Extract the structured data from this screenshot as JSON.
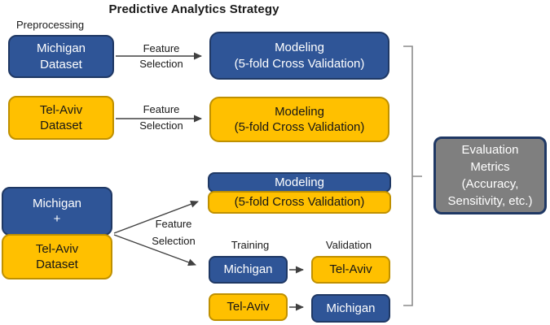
{
  "title": "Predictive Analytics Strategy",
  "preprocessing_label": "Preprocessing",
  "colors": {
    "blue": "#2F5597",
    "blue_border": "#1F3864",
    "yellow": "#FFC000",
    "yellow_border": "#BF9000",
    "gray": "#7F7F7F",
    "gray_border": "#1F3864",
    "arrow": "#404040",
    "bracket": "#8C8C8C",
    "text": "#1A1A1A"
  },
  "row1": {
    "source": {
      "line1": "Michigan",
      "line2": "Dataset"
    },
    "arrow_label": {
      "line1": "Feature",
      "line2": "Selection"
    },
    "modeling": {
      "line1": "Modeling",
      "line2": "(5-fold Cross Validation)"
    }
  },
  "row2": {
    "source": {
      "line1": "Tel-Aviv",
      "line2": "Dataset"
    },
    "arrow_label": {
      "line1": "Feature",
      "line2": "Selection"
    },
    "modeling": {
      "line1": "Modeling",
      "line2": "(5-fold Cross Validation)"
    }
  },
  "row3": {
    "source": {
      "top_line1": "Michigan",
      "top_line2": "+",
      "bottom_line1": "Tel-Aviv",
      "bottom_line2": "Dataset"
    },
    "arrow_label": {
      "line1": "Feature",
      "line2": "Selection"
    },
    "modeling": {
      "top": "Modeling",
      "bottom": "(5-fold Cross Validation)"
    },
    "training_label": "Training",
    "validation_label": "Validation",
    "pair1": {
      "training": "Michigan",
      "validation": "Tel-Aviv"
    },
    "pair2": {
      "training": "Tel-Aviv",
      "validation": "Michigan"
    }
  },
  "evaluation": {
    "line1": "Evaluation",
    "line2": "Metrics",
    "line3": "(Accuracy,",
    "line4": "Sensitivity, etc.)"
  }
}
